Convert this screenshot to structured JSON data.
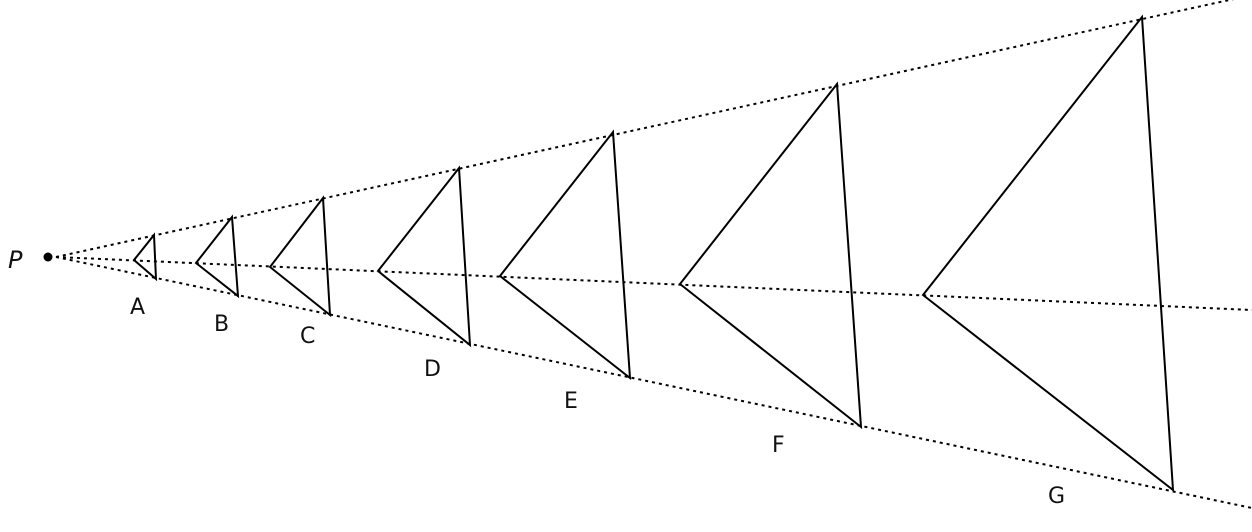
{
  "diagram": {
    "center_label": "P",
    "triangle_labels": [
      "A",
      "B",
      "C",
      "D",
      "E",
      "F",
      "G"
    ]
  },
  "colors": {
    "stroke": "#000000",
    "background": "#ffffff"
  }
}
